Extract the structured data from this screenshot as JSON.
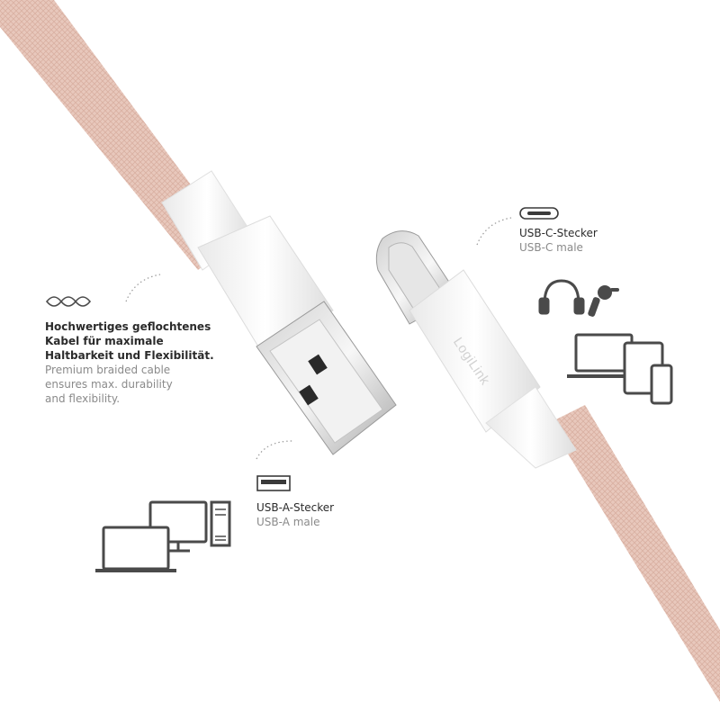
{
  "feature": {
    "heading_line1": "Hochwertiges geflochtenes",
    "heading_line2": "Kabel für maximale",
    "heading_line3": "Haltbarkeit und Flexibilität.",
    "en_line1": "Premium braided cable",
    "en_line2": "ensures max. durability",
    "en_line3": "and flexibility."
  },
  "usb_c": {
    "label_de": "USB-C-Stecker",
    "label_en": "USB-C male"
  },
  "usb_a": {
    "label_de": "USB-A-Stecker",
    "label_en": "USB-A male"
  },
  "brand": {
    "logo_text": "LogiLink"
  },
  "colors": {
    "cable": "#e8c8bc",
    "connector": "#f4f4f4",
    "icon": "#4a4a4a",
    "text_dark": "#2b2b2b",
    "text_light": "#8a8a8a"
  }
}
